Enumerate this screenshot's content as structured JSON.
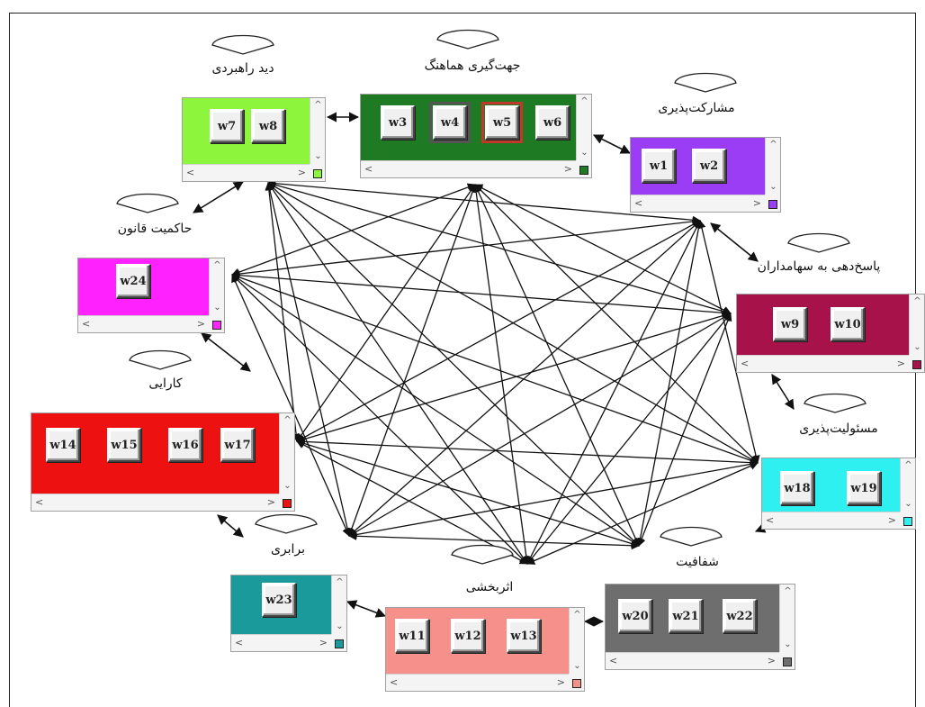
{
  "clusters": [
    {
      "id": "vision",
      "label": "دید راهبردی",
      "color": "#8cf53c",
      "buttons": [
        "w7",
        "w8"
      ]
    },
    {
      "id": "consensus",
      "label": "جهت‌گیری هماهنگ",
      "color": "#1f7a24",
      "buttons": [
        "w3",
        "w4",
        "w5",
        "w6"
      ]
    },
    {
      "id": "participation",
      "label": "مشارکت‌پذیری",
      "color": "#9b3df5",
      "buttons": [
        "w1",
        "w2"
      ]
    },
    {
      "id": "rule_of_law",
      "label": "حاکمیت قانون",
      "color": "#ff22ff",
      "buttons": [
        "w24"
      ]
    },
    {
      "id": "responsiveness",
      "label": "پاسخ‌دهی به سهامداران",
      "color": "#a8124a",
      "buttons": [
        "w9",
        "w10"
      ]
    },
    {
      "id": "efficiency",
      "label": "کارایی",
      "color": "#ee1111",
      "buttons": [
        "w14",
        "w15",
        "w16",
        "w17"
      ]
    },
    {
      "id": "accountability",
      "label": "مسئولیت‌پذیری",
      "color": "#2ef0f0",
      "buttons": [
        "w18",
        "w19"
      ]
    },
    {
      "id": "equity",
      "label": "برابری",
      "color": "#1a9a9a",
      "buttons": [
        "w23"
      ]
    },
    {
      "id": "transparency",
      "label": "شفافیت",
      "color": "#6e6e6e",
      "buttons": [
        "w20",
        "w21",
        "w22"
      ]
    },
    {
      "id": "effectiveness",
      "label": "اثربخشی",
      "color": "#f5908a",
      "buttons": [
        "w11",
        "w12",
        "w13"
      ]
    }
  ],
  "colors": {
    "edge": "#111111",
    "loop": "#222222"
  },
  "icons": {
    "scroll_up": "▲",
    "scroll_down": "⌄",
    "scroll_left": "<",
    "scroll_right": ">"
  }
}
